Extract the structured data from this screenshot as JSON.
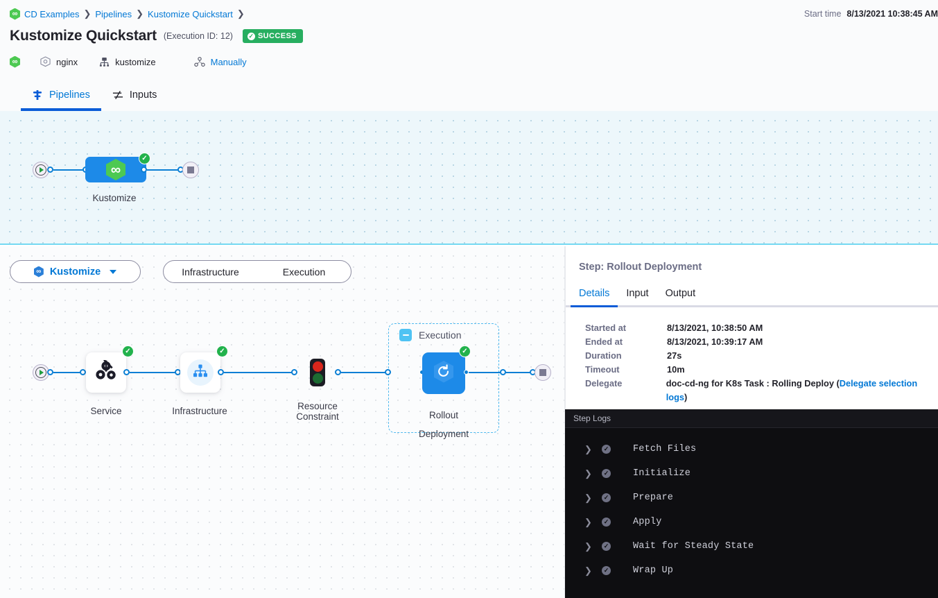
{
  "header": {
    "breadcrumb": [
      {
        "label": "CD Examples",
        "icon": "harness-hex-icon"
      },
      {
        "label": "Pipelines"
      },
      {
        "label": "Kustomize Quickstart"
      }
    ],
    "title": "Kustomize Quickstart",
    "execution_id": "(Execution ID: 12)",
    "status": "SUCCESS",
    "status_color": "#27ae60",
    "meta": [
      {
        "icon": "harness-hex-icon",
        "label": ""
      },
      {
        "icon": "service-hex-icon",
        "label": "nginx"
      },
      {
        "icon": "infrastructure-icon",
        "label": "kustomize"
      },
      {
        "icon": "trigger-icon",
        "label": "Manually",
        "link": true
      }
    ],
    "start_time_label": "Start time",
    "start_time_value": "8/13/2021 10:38:45 AM"
  },
  "tabs": [
    {
      "label": "Pipelines",
      "icon": "pipeline-icon",
      "active": true
    },
    {
      "label": "Inputs",
      "icon": "inputs-icon",
      "active": false
    }
  ],
  "pipeline_graph": {
    "stage_label": "Kustomize",
    "stage_icon": "harness-hex-icon",
    "status": "success"
  },
  "stage_selector": {
    "stage_name": "Kustomize",
    "stage_icon": "kustomize-hex-icon",
    "caret": "chevron-down-icon",
    "tabs": [
      {
        "label": "Infrastructure"
      },
      {
        "label": "Execution"
      }
    ]
  },
  "stage_graph": {
    "nodes": [
      {
        "label": "Service",
        "icon": "service-gears-icon",
        "status": "success"
      },
      {
        "label": "Infrastructure",
        "icon": "infrastructure-tree-icon",
        "status": "success"
      },
      {
        "label": "Resource\nConstraint",
        "line1": "Resource",
        "line2": "Constraint",
        "icon": "traffic-light-icon"
      },
      {
        "label": "Rollout\nDeployment",
        "line1": "Rollout",
        "line2": "Deployment",
        "icon": "rollout-refresh-icon",
        "status": "success"
      }
    ],
    "group": {
      "title": "Execution",
      "toggle": "collapse-toggle"
    }
  },
  "step_panel": {
    "title": "Step: Rollout Deployment",
    "tabs": [
      {
        "label": "Details",
        "active": true
      },
      {
        "label": "Input",
        "active": false
      },
      {
        "label": "Output",
        "active": false
      }
    ],
    "details": [
      {
        "key": "Started at",
        "value": "8/13/2021, 10:38:50 AM"
      },
      {
        "key": "Ended at",
        "value": "8/13/2021, 10:39:17 AM"
      },
      {
        "key": "Duration",
        "value": "27s"
      },
      {
        "key": "Timeout",
        "value": "10m"
      },
      {
        "key": "Delegate",
        "value": "doc-cd-ng for K8s Task : Rolling Deploy (",
        "link": "Delegate selection logs",
        "value_after": ")"
      }
    ]
  },
  "logs": {
    "header": "Step Logs",
    "rows": [
      {
        "label": "Fetch Files",
        "status": "success"
      },
      {
        "label": "Initialize",
        "status": "success"
      },
      {
        "label": "Prepare",
        "status": "success"
      },
      {
        "label": "Apply",
        "status": "success"
      },
      {
        "label": "Wait for Steady State",
        "status": "success"
      },
      {
        "label": "Wrap Up",
        "status": "success"
      }
    ]
  }
}
